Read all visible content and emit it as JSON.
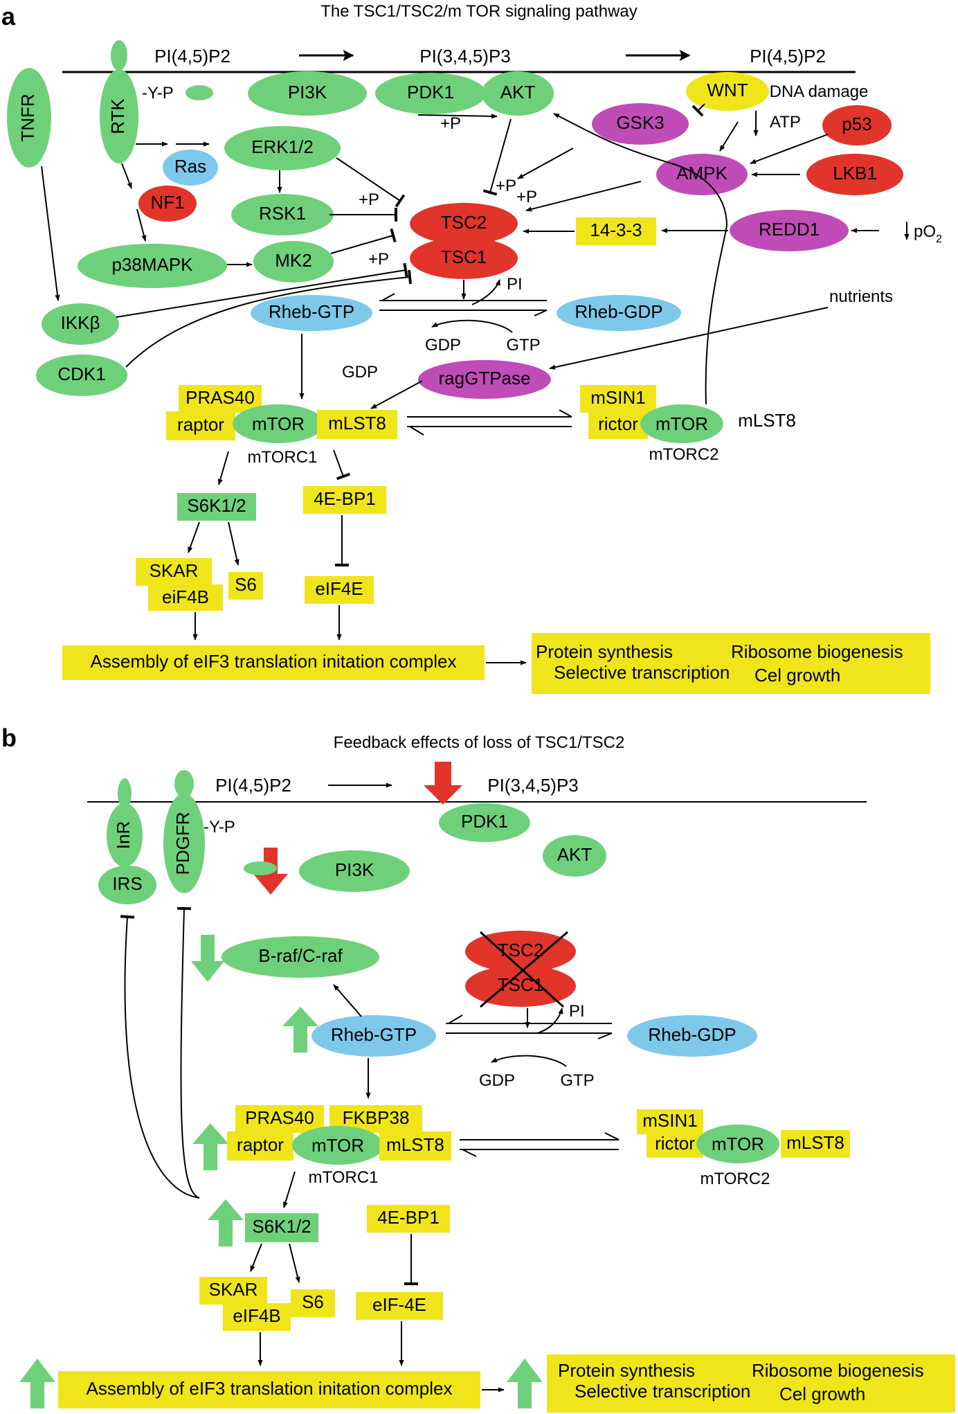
{
  "colors": {
    "green": "#6fd07b",
    "blue": "#7ec8ea",
    "red": "#e1342a",
    "magenta": "#c04cb8",
    "yellow": "#f0e51a",
    "up_arrow": "#6fd07b",
    "down_arrow": "#e1342a"
  },
  "panel_a": {
    "letter": "a",
    "title": "The TSC1/TSC2/m TOR signaling pathway",
    "membrane": {
      "left": "PI(4,5)P2",
      "middle": "PI(3,4,5)P3",
      "right": "PI(4,5)P2"
    },
    "nodes": {
      "tnfr": "TNFR",
      "rtk": "RTK",
      "ras": "Ras",
      "nf1": "NF1",
      "pi3k": "PI3K",
      "pdk1": "PDK1",
      "akt": "AKT",
      "wnt": "WNT",
      "gsk3": "GSK3",
      "p53": "p53",
      "ampk": "AMPK",
      "lkb1": "LKB1",
      "erk": "ERK1/2",
      "rsk1": "RSK1",
      "p38": "p38MAPK",
      "mk2": "MK2",
      "tsc2": "TSC2",
      "tsc1": "TSC1",
      "protein_1433": "14-3-3",
      "redd1": "REDD1",
      "ikkb": "IKKβ",
      "cdk1": "CDK1",
      "rheb_gtp": "Rheb-GTP",
      "rheb_gdp": "Rheb-GDP",
      "raggtpase": "ragGTPase",
      "pras40": "PRAS40",
      "raptor": "raptor",
      "mtor1": "mTOR",
      "mlst8_1": "mLST8",
      "msin1": "mSIN1",
      "rictor": "rictor",
      "mtor2": "mTOR",
      "mlst8_2": "mLST8",
      "s6k": "S6K1/2",
      "eb1": "4E-BP1",
      "skar": "SKAR",
      "eif4b": "eiF4B",
      "s6": "S6",
      "eif4e": "eIF4E",
      "assembly": "Assembly of eIF3 translation initation complex"
    },
    "labels": {
      "ryp": "-Y-P",
      "plus_p1": "+P",
      "plus_p2": "+P",
      "plus_p3": "+P",
      "plus_p4": "+P",
      "plus_p5": "+P",
      "dna": "DNA damage",
      "atp": "ATP",
      "po2_p": "pO",
      "po2_sub": "2",
      "nutrients": "nutrients",
      "pi": "PI",
      "gdp": "GDP",
      "gtp": "GTP",
      "gdp2": "GDP",
      "mtorc1": "mTORC1",
      "mtorc2": "mTORC2"
    },
    "outcomes": [
      "Protein synthesis",
      "Ribosome biogenesis",
      "Selective transcription",
      "Cel growth"
    ]
  },
  "panel_b": {
    "letter": "b",
    "title": "Feedback effects of loss of TSC1/TSC2",
    "membrane": {
      "left": "PI(4,5)P2",
      "middle": "PI(3,4,5)P3"
    },
    "nodes": {
      "inr": "InR",
      "irs": "IRS",
      "pdgfr": "PDGFR",
      "pdk1": "PDK1",
      "akt": "AKT",
      "pi3k": "PI3K",
      "braf": "B-raf/C-raf",
      "tsc2": "TSC2",
      "tsc1": "TSC1",
      "rheb_gtp": "Rheb-GTP",
      "rheb_gdp": "Rheb-GDP",
      "pras40": "PRAS40",
      "fkbp38": "FKBP38",
      "raptor": "raptor",
      "mtor1": "mTOR",
      "mlst8_1": "mLST8",
      "msin1": "mSIN1",
      "rictor": "rictor",
      "mtor2": "mTOR",
      "mlst8_2": "mLST8",
      "s6k": "S6K1/2",
      "eb1": "4E-BP1",
      "skar": "SKAR",
      "eif4b": "eIF4B",
      "s6": "S6",
      "eif4e": "eIF-4E",
      "assembly": "Assembly of eIF3 translation initation complex"
    },
    "labels": {
      "ryp": "-Y-P",
      "pi": "PI",
      "gdp": "GDP",
      "gtp": "GTP",
      "mtorc1": "mTORC1",
      "mtorc2": "mTORC2"
    },
    "outcomes": [
      "Protein synthesis",
      "Ribosome biogenesis",
      "Selective transcription",
      "Cel growth"
    ]
  }
}
